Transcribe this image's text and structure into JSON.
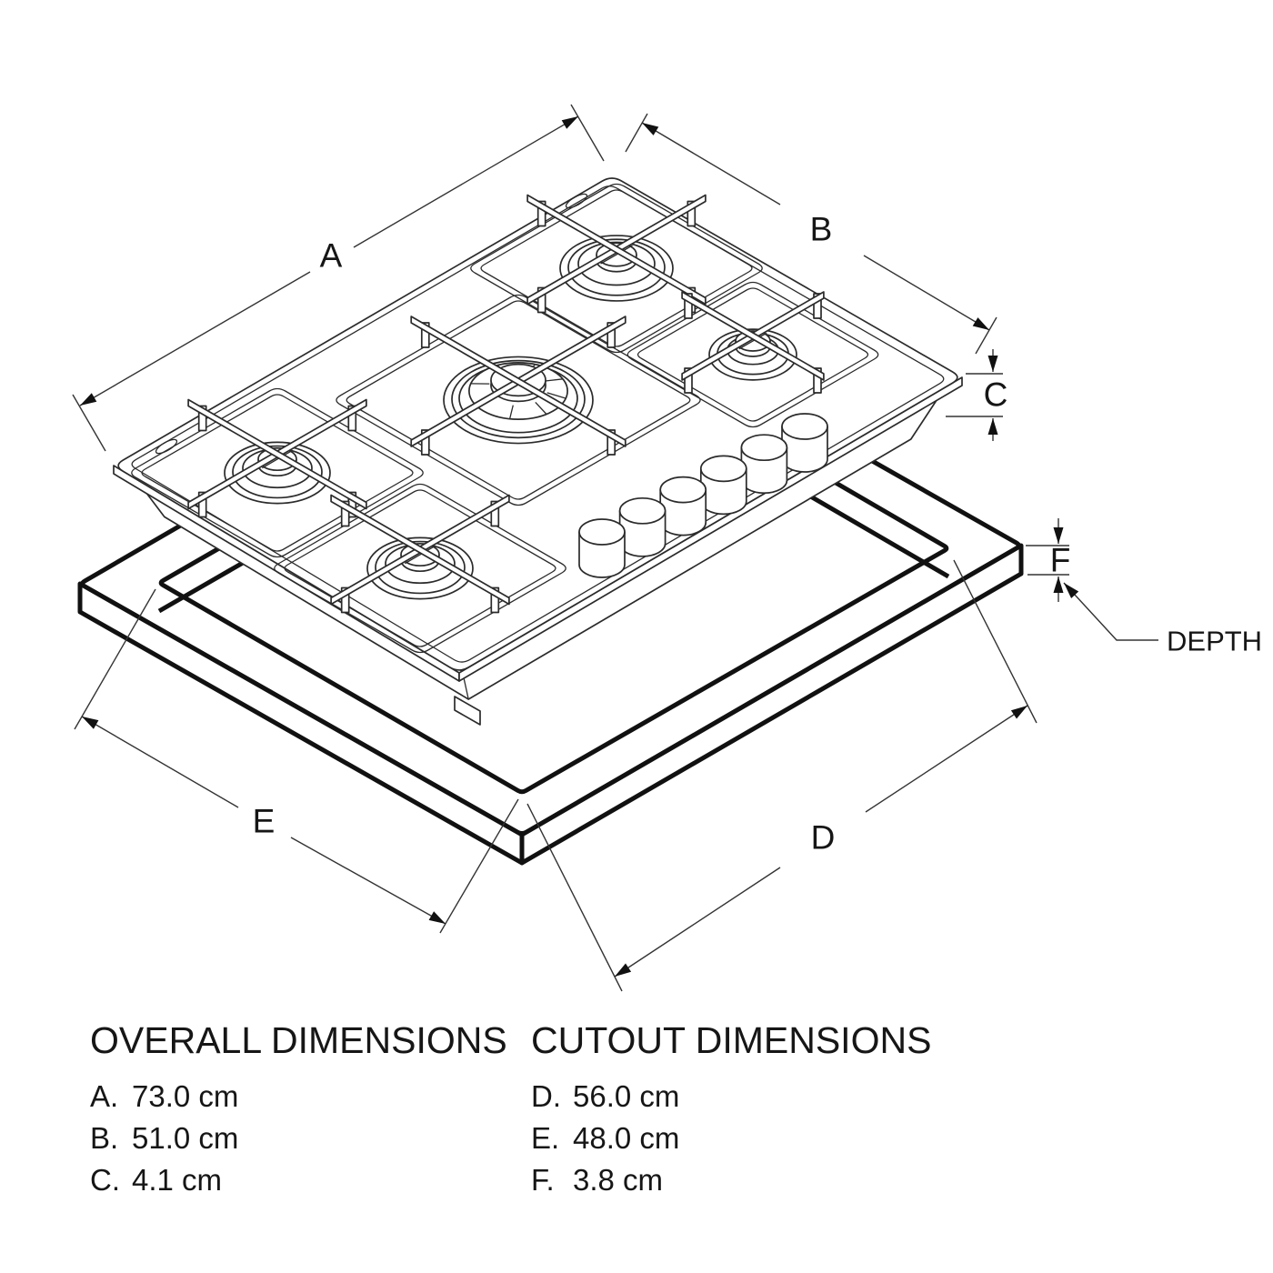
{
  "diagram": {
    "labels": {
      "a": "A",
      "b": "B",
      "c": "C",
      "d": "D",
      "e": "E",
      "f": "F",
      "depth": "DEPTH"
    }
  },
  "overall": {
    "heading": "OVERALL DIMENSIONS",
    "rows": [
      {
        "key": "A.",
        "value": "73.0 cm"
      },
      {
        "key": "B.",
        "value": "51.0 cm"
      },
      {
        "key": "C.",
        "value": "4.1 cm"
      }
    ]
  },
  "cutout": {
    "heading": "CUTOUT DIMENSIONS",
    "rows": [
      {
        "key": "D.",
        "value": "56.0 cm"
      },
      {
        "key": "E.",
        "value": "48.0 cm"
      },
      {
        "key": "F.",
        "value": "3.8 cm"
      }
    ]
  }
}
